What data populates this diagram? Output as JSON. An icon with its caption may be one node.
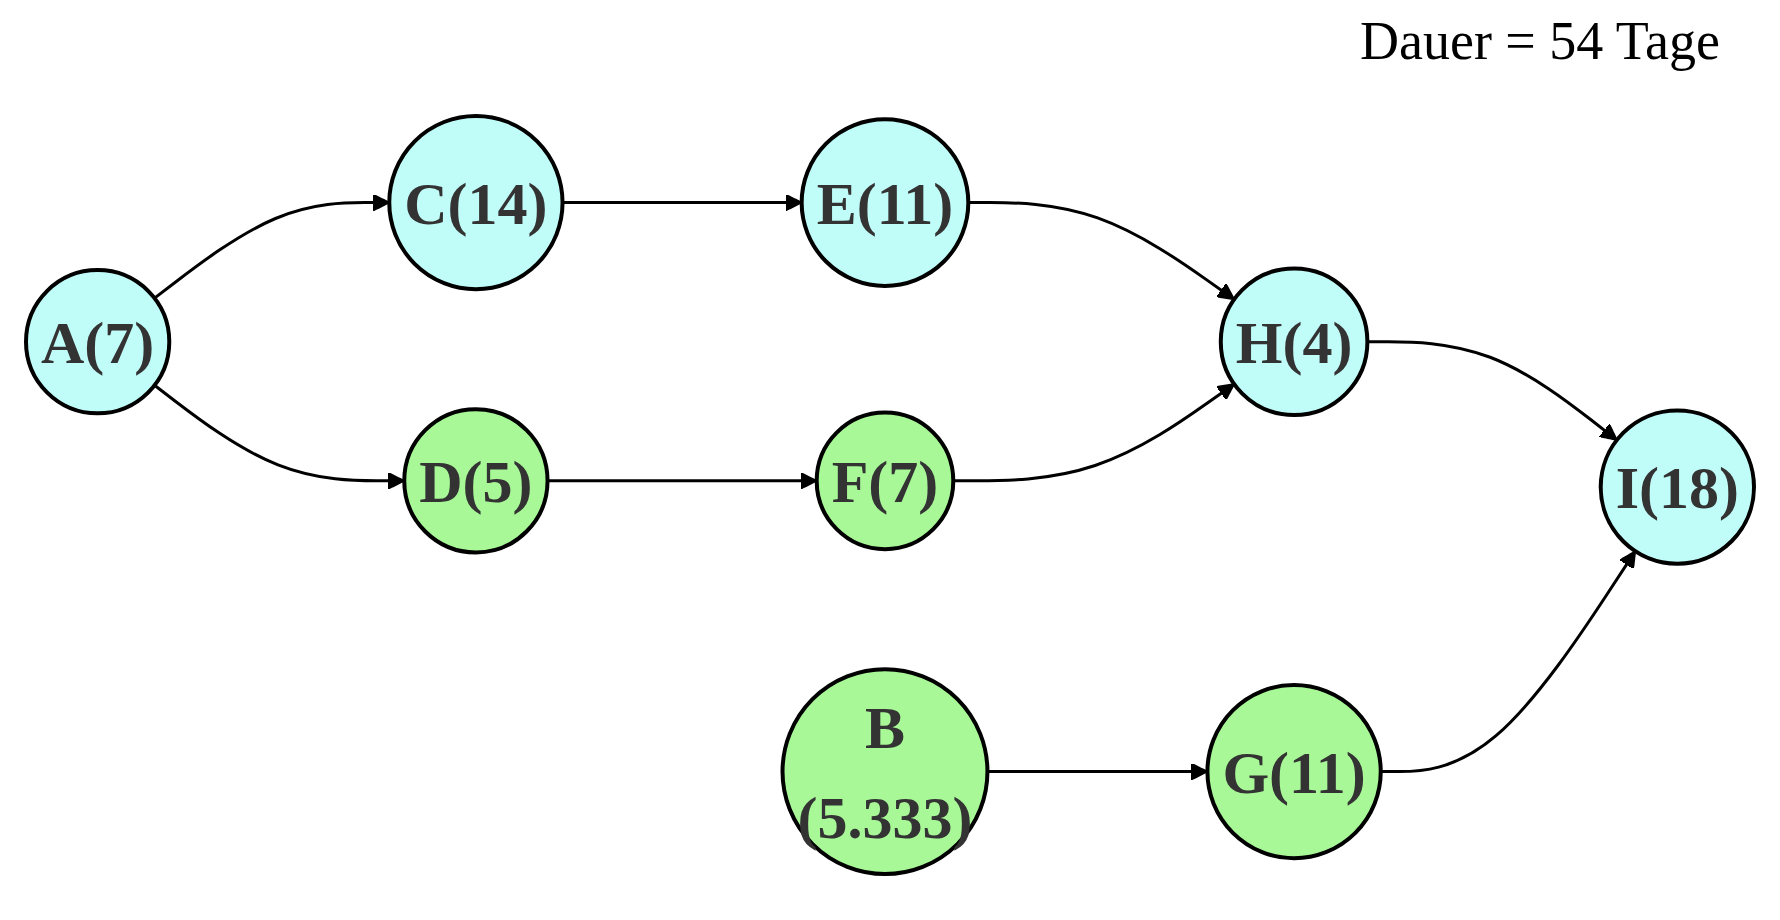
{
  "diagram": {
    "title": "Dauer = 54 Tage",
    "nodes": [
      {
        "text": [
          "A(7)"
        ]
      },
      {
        "text": [
          "C(14)"
        ]
      },
      {
        "text": [
          "D(5)"
        ]
      },
      {
        "text": [
          "E(11)"
        ]
      },
      {
        "text": [
          "F(7)"
        ]
      },
      {
        "text": [
          "H(4)"
        ]
      },
      {
        "text": [
          "I(18)"
        ]
      },
      {
        "text": [
          "B",
          "(5.333)"
        ]
      },
      {
        "text": [
          "G(11)"
        ]
      }
    ],
    "edges": [
      {
        "from": 0,
        "to": 1,
        "arrow": "to"
      },
      {
        "from": 0,
        "to": 2,
        "arrow": "to"
      },
      {
        "from": 1,
        "to": 3,
        "arrow": "to"
      },
      {
        "from": 2,
        "to": 4,
        "arrow": "to"
      },
      {
        "from": 3,
        "to": 5,
        "arrow": "to"
      },
      {
        "from": 4,
        "to": 5,
        "arrow": "to"
      },
      {
        "from": 5,
        "to": 6,
        "arrow": "to"
      },
      {
        "from": 7,
        "to": 8,
        "arrow": "to"
      },
      {
        "from": 8,
        "to": 6,
        "arrow": "to"
      }
    ]
  }
}
